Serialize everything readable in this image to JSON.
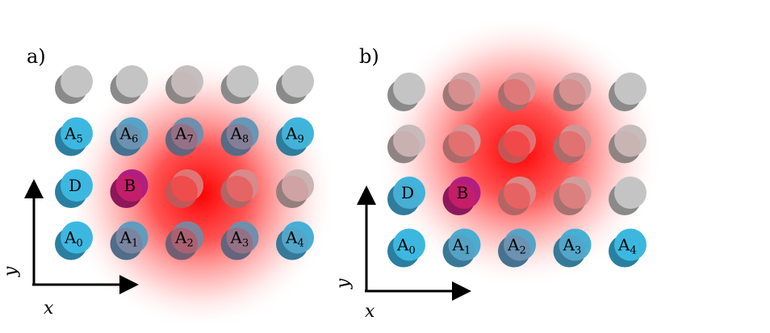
{
  "panels": [
    {
      "id": "a",
      "label": "a)",
      "axis_x_label": "x",
      "axis_y_label": "y",
      "glow_color": "#ff0000",
      "atoms": [
        {
          "row": 0,
          "col": 0,
          "kind": "gray",
          "label": ""
        },
        {
          "row": 0,
          "col": 1,
          "kind": "gray",
          "label": ""
        },
        {
          "row": 0,
          "col": 2,
          "kind": "gray",
          "label": ""
        },
        {
          "row": 0,
          "col": 3,
          "kind": "gray",
          "label": ""
        },
        {
          "row": 0,
          "col": 4,
          "kind": "gray",
          "label": ""
        },
        {
          "row": 1,
          "col": 0,
          "kind": "cyan",
          "label": "A",
          "sub": "5"
        },
        {
          "row": 1,
          "col": 1,
          "kind": "cyan",
          "label": "A",
          "sub": "6"
        },
        {
          "row": 1,
          "col": 2,
          "kind": "cyan",
          "label": "A",
          "sub": "7"
        },
        {
          "row": 1,
          "col": 3,
          "kind": "cyan",
          "label": "A",
          "sub": "8"
        },
        {
          "row": 1,
          "col": 4,
          "kind": "cyan",
          "label": "A",
          "sub": "9"
        },
        {
          "row": 2,
          "col": 0,
          "kind": "cyan",
          "label": "D",
          "sub": ""
        },
        {
          "row": 2,
          "col": 1,
          "kind": "purple",
          "label": "B",
          "sub": ""
        },
        {
          "row": 2,
          "col": 2,
          "kind": "gray",
          "label": ""
        },
        {
          "row": 2,
          "col": 3,
          "kind": "gray",
          "label": ""
        },
        {
          "row": 2,
          "col": 4,
          "kind": "gray",
          "label": ""
        },
        {
          "row": 3,
          "col": 0,
          "kind": "cyan",
          "label": "A",
          "sub": "0"
        },
        {
          "row": 3,
          "col": 1,
          "kind": "cyan",
          "label": "A",
          "sub": "1"
        },
        {
          "row": 3,
          "col": 2,
          "kind": "cyan",
          "label": "A",
          "sub": "2"
        },
        {
          "row": 3,
          "col": 3,
          "kind": "cyan",
          "label": "A",
          "sub": "3"
        },
        {
          "row": 3,
          "col": 4,
          "kind": "cyan",
          "label": "A",
          "sub": "4"
        }
      ]
    },
    {
      "id": "b",
      "label": "b)",
      "axis_x_label": "x",
      "axis_y_label": "y",
      "glow_color": "#ff0000",
      "atoms": [
        {
          "row": 0,
          "col": 0,
          "kind": "gray",
          "label": ""
        },
        {
          "row": 0,
          "col": 1,
          "kind": "gray",
          "label": ""
        },
        {
          "row": 0,
          "col": 2,
          "kind": "gray",
          "label": ""
        },
        {
          "row": 0,
          "col": 3,
          "kind": "gray",
          "label": ""
        },
        {
          "row": 0,
          "col": 4,
          "kind": "gray",
          "label": ""
        },
        {
          "row": 1,
          "col": 0,
          "kind": "gray",
          "label": ""
        },
        {
          "row": 1,
          "col": 1,
          "kind": "gray",
          "label": ""
        },
        {
          "row": 1,
          "col": 2,
          "kind": "gray",
          "label": ""
        },
        {
          "row": 1,
          "col": 3,
          "kind": "gray",
          "label": ""
        },
        {
          "row": 1,
          "col": 4,
          "kind": "gray",
          "label": ""
        },
        {
          "row": 2,
          "col": 0,
          "kind": "cyan",
          "label": "D",
          "sub": ""
        },
        {
          "row": 2,
          "col": 1,
          "kind": "purple",
          "label": "B",
          "sub": ""
        },
        {
          "row": 2,
          "col": 2,
          "kind": "gray",
          "label": ""
        },
        {
          "row": 2,
          "col": 3,
          "kind": "gray",
          "label": ""
        },
        {
          "row": 2,
          "col": 4,
          "kind": "gray",
          "label": ""
        },
        {
          "row": 3,
          "col": 0,
          "kind": "cyan",
          "label": "A",
          "sub": "0"
        },
        {
          "row": 3,
          "col": 1,
          "kind": "cyan",
          "label": "A",
          "sub": "1"
        },
        {
          "row": 3,
          "col": 2,
          "kind": "cyan",
          "label": "A",
          "sub": "2"
        },
        {
          "row": 3,
          "col": 3,
          "kind": "cyan",
          "label": "A",
          "sub": "3"
        },
        {
          "row": 3,
          "col": 4,
          "kind": "cyan",
          "label": "A",
          "sub": "4"
        }
      ]
    }
  ],
  "colors": {
    "gray_top": "#c4c4c4",
    "gray_side": "#8a8a8a",
    "cyan_top": "#3cb8e0",
    "cyan_side": "#2a7fa0",
    "purple_top": "#9a1e9e",
    "purple_side": "#6a166e",
    "axis": "#000000"
  }
}
